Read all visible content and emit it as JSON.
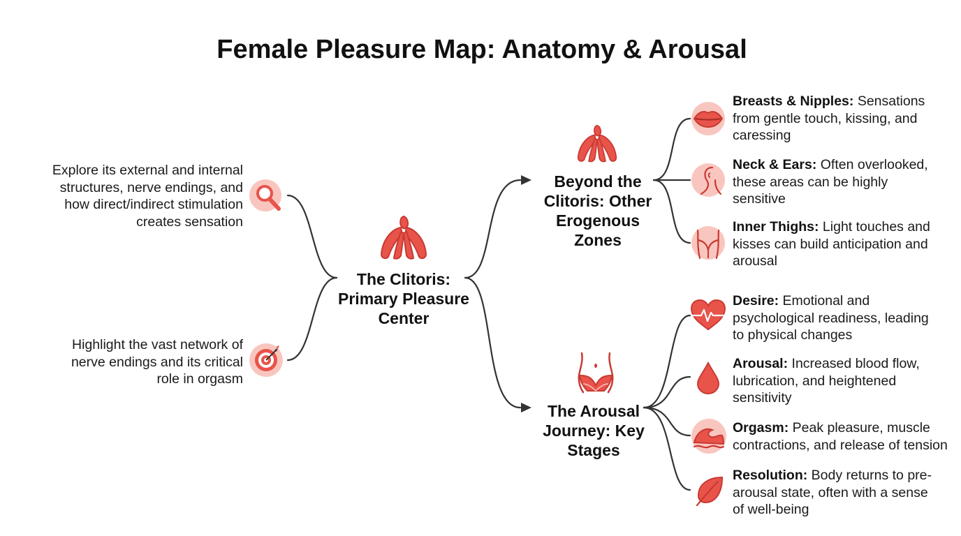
{
  "title": "Female Pleasure Map: Anatomy & Arousal",
  "colors": {
    "accent": "#e8534a",
    "accent_dark": "#c83a33",
    "icon_bg": "#f9c6bf",
    "line": "#333333"
  },
  "center": {
    "label": "The Clitoris: Primary Pleasure Center",
    "icon": "clitoris-icon"
  },
  "left": {
    "items": [
      {
        "text": "Explore its external and internal structures, nerve endings, and how direct/indirect stimulation creates sensation",
        "icon": "magnifier-icon"
      },
      {
        "text": "Highlight the vast network of nerve endings and its critical role in orgasm",
        "icon": "target-icon"
      }
    ]
  },
  "branches": [
    {
      "label": "Beyond the Clitoris: Other Erogenous Zones",
      "icon": "clitoris-icon",
      "items": [
        {
          "term": "Breasts & Nipples:",
          "text": "Sensations from gentle touch, kissing, and caressing",
          "icon": "lips-icon"
        },
        {
          "term": "Neck & Ears:",
          "text": "Often overlooked, these areas can be highly sensitive",
          "icon": "neck-ear-icon"
        },
        {
          "term": "Inner Thighs:",
          "text": "Light touches and kisses can build anticipation and arousal",
          "icon": "thighs-icon"
        }
      ]
    },
    {
      "label": "The Arousal Journey: Key Stages",
      "icon": "body-icon",
      "items": [
        {
          "term": "Desire:",
          "text": "Emotional and psychological readiness, leading to physical changes",
          "icon": "heartbeat-icon"
        },
        {
          "term": "Arousal:",
          "text": "Increased blood flow, lubrication, and heightened sensitivity",
          "icon": "drop-icon"
        },
        {
          "term": "Orgasm:",
          "text": "Peak pleasure, muscle contractions, and release of tension",
          "icon": "wave-icon"
        },
        {
          "term": "Resolution:",
          "text": "Body returns to pre-arousal state, often with a sense of well-being",
          "icon": "leaf-icon"
        }
      ]
    }
  ]
}
